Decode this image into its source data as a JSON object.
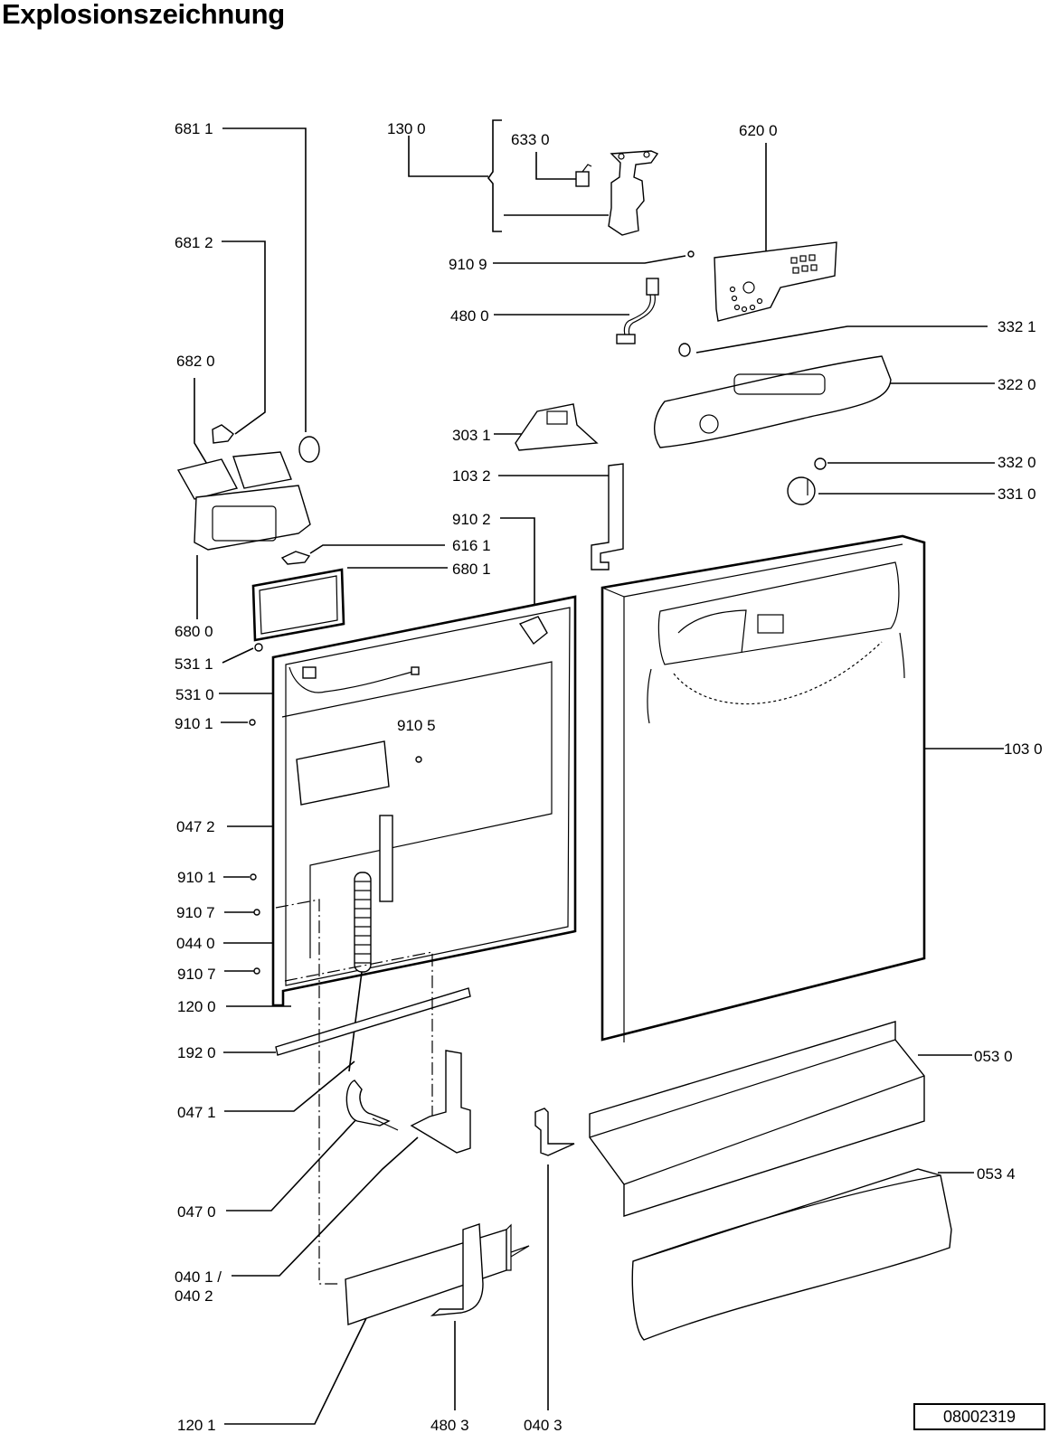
{
  "title": "Explosionszeichnung",
  "document_number": "08002319",
  "diagram": {
    "type": "exploded parts drawing",
    "subject": "dishwasher door assembly",
    "labels": {
      "p6811": "681 1",
      "p1300": "130 0",
      "p6330": "633 0",
      "p6200": "620 0",
      "p6812": "681 2",
      "p9109": "910 9",
      "p4800": "480 0",
      "p3321": "332 1",
      "p6820": "682 0",
      "p3220": "322 0",
      "p3031": "303 1",
      "p3320": "332 0",
      "p1032": "103 2",
      "p3310": "331 0",
      "p9102": "910 2",
      "p6161": "616 1",
      "p6801": "680 1",
      "p6800": "680 0",
      "p5311": "531 1",
      "p5310": "531 0",
      "p9101a": "910 1",
      "p9105": "910 5",
      "p1030": "103 0",
      "p0472": "047 2",
      "p9101b": "910 1",
      "p9107a": "910 7",
      "p0440": "044 0",
      "p9107b": "910 7",
      "p1200": "120 0",
      "p1920": "192 0",
      "p0530": "053 0",
      "p0471": "047 1",
      "p0534": "053 4",
      "p0470": "047 0",
      "p0401a": "040 1 /",
      "p0401b": "040 2",
      "p1201": "120 1",
      "p4803": "480 3",
      "p0403": "040 3"
    }
  }
}
